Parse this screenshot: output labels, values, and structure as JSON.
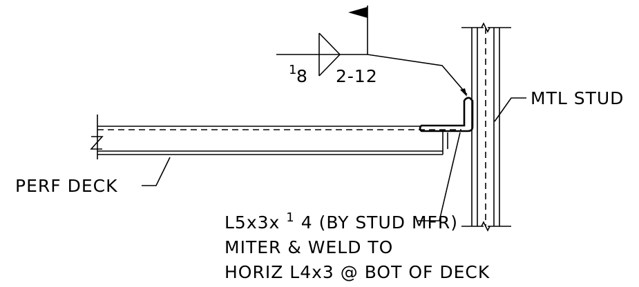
{
  "labels": {
    "mtl_stud": "MTL STUD",
    "perf_deck": "PERF DECK",
    "angle_line1_a": "L5x3x",
    "angle_line1_b": "1",
    "angle_line1_c": "4",
    "angle_line1_d": " (BY STUD MFR)",
    "angle_line2": "MITER & WELD TO",
    "angle_line3": "HORIZ L4x3 @ BOT OF DECK"
  },
  "weld_symbol": {
    "size_numerator": "1",
    "size_denominator": "8",
    "length_pitch": "2-12",
    "field_weld_flag": true
  }
}
